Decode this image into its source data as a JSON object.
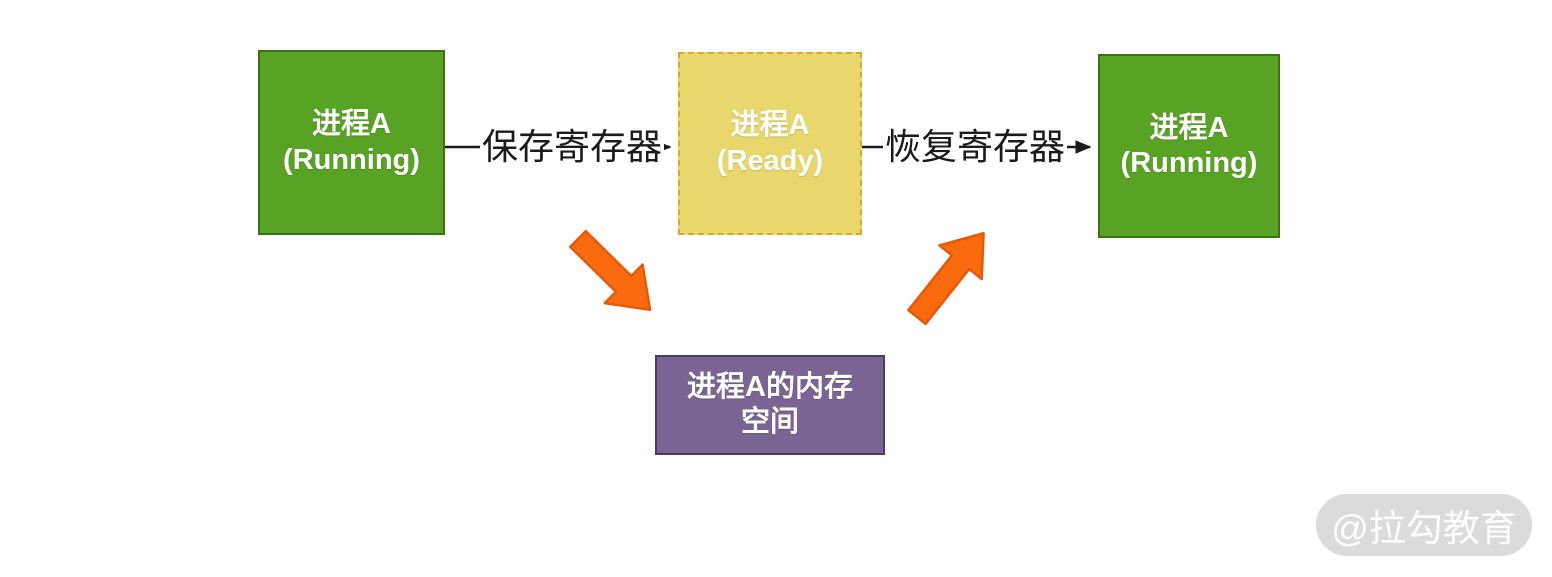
{
  "diagram": {
    "description": "process-context-switch-diagram",
    "nodes": [
      {
        "id": "process-a-running-left",
        "line1": "进程A",
        "line2": "(Running)",
        "fill": "#58a224",
        "border_color": "#3a7314",
        "border_style": "solid"
      },
      {
        "id": "process-a-ready",
        "line1": "进程A",
        "line2": "(Ready)",
        "fill": "#e8d76c",
        "border_color": "#daa92a",
        "border_style": "dashed"
      },
      {
        "id": "process-a-running-right",
        "line1": "进程A",
        "line2": "(Running)",
        "fill": "#58a224",
        "border_color": "#3a7314",
        "border_style": "solid"
      },
      {
        "id": "process-a-memory-space",
        "line1": "进程A的内存",
        "line2": "空间",
        "fill": "#7a6494",
        "border_color": "#4e3a68",
        "border_style": "solid"
      }
    ],
    "edges": [
      {
        "from": "process-a-running-left",
        "to": "process-a-ready",
        "label": "保存寄存器",
        "color": "#1b1b1b"
      },
      {
        "from": "process-a-ready",
        "to": "process-a-running-right",
        "label": "恢复寄存器",
        "color": "#1b1b1b"
      },
      {
        "from": "process-a-running-left",
        "to": "process-a-memory-space",
        "label": "",
        "color": "#fa6a0e"
      },
      {
        "from": "process-a-memory-space",
        "to": "process-a-running-right",
        "label": "",
        "color": "#fa6a0e"
      }
    ],
    "colors": {
      "node_green": "#58a224",
      "node_green_border": "#3a7314",
      "node_yellow": "#e8d76c",
      "node_yellow_border": "#daa92a",
      "node_purple": "#7a6494",
      "node_purple_border": "#4e3a68",
      "block_arrow_orange": "#fa6a0e",
      "block_arrow_orange_border": "#ea5807",
      "connector_black": "#1b1b1b"
    }
  },
  "watermark": {
    "text": "@拉勾教育",
    "pill_color": "#dbdbdb"
  }
}
